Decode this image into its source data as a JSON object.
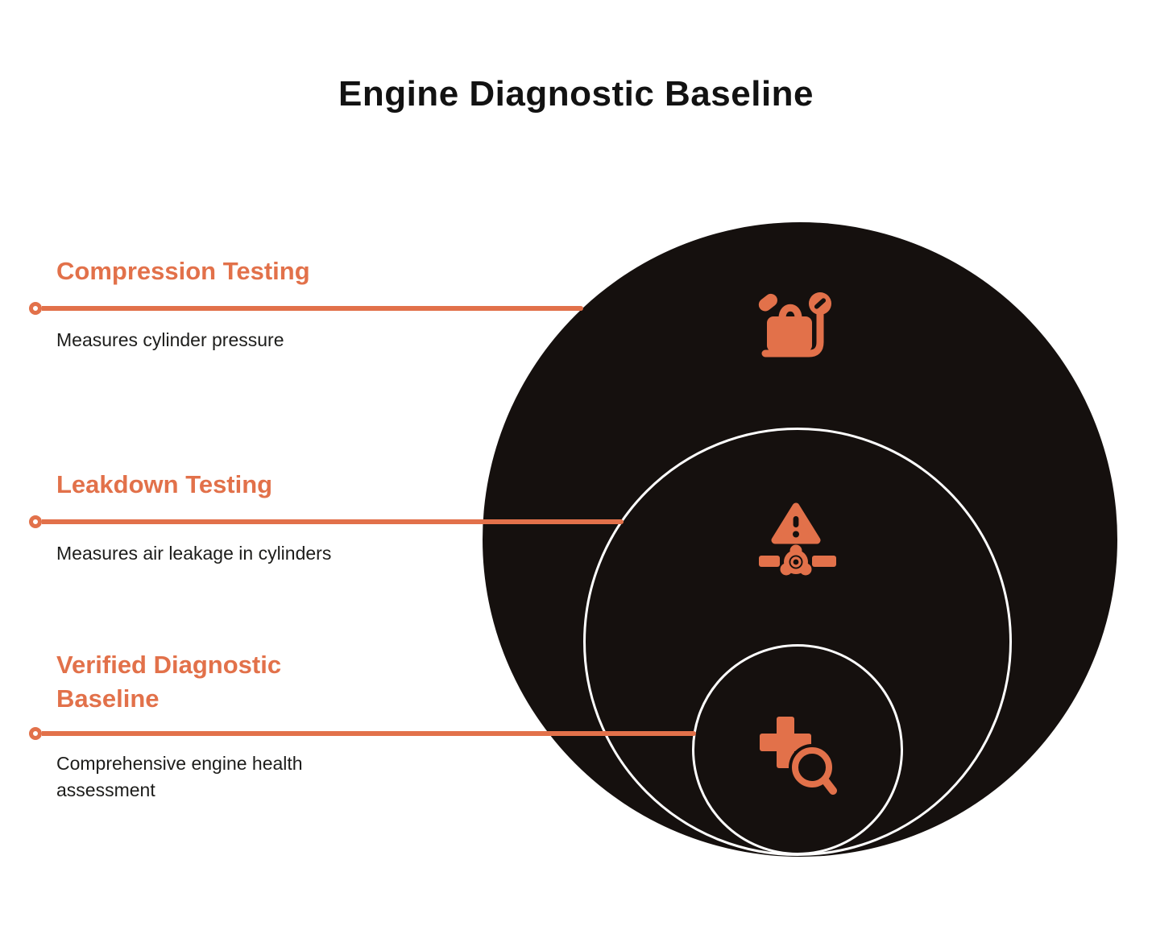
{
  "title": "Engine Diagnostic Baseline",
  "colors": {
    "accent": "#E2714A",
    "circle_fill": "#15100E",
    "ring_stroke": "#FFFFFF",
    "heading_text": "#E2714A",
    "body_text": "#1D1D1B",
    "background": "#FFFFFF"
  },
  "diagram": {
    "type": "nested-circles",
    "levels": [
      {
        "level": 1,
        "label": "Compression Testing",
        "description": "Measures cylinder pressure",
        "icon": "compression-tester-gauge-icon"
      },
      {
        "level": 2,
        "label": "Leakdown Testing",
        "description": "Measures air leakage in cylinders",
        "icon": "leak-warning-valve-icon"
      },
      {
        "level": 3,
        "label": "Verified Diagnostic Baseline",
        "description": "Comprehensive engine health assessment",
        "icon": "medical-cross-magnifier-icon"
      }
    ]
  }
}
